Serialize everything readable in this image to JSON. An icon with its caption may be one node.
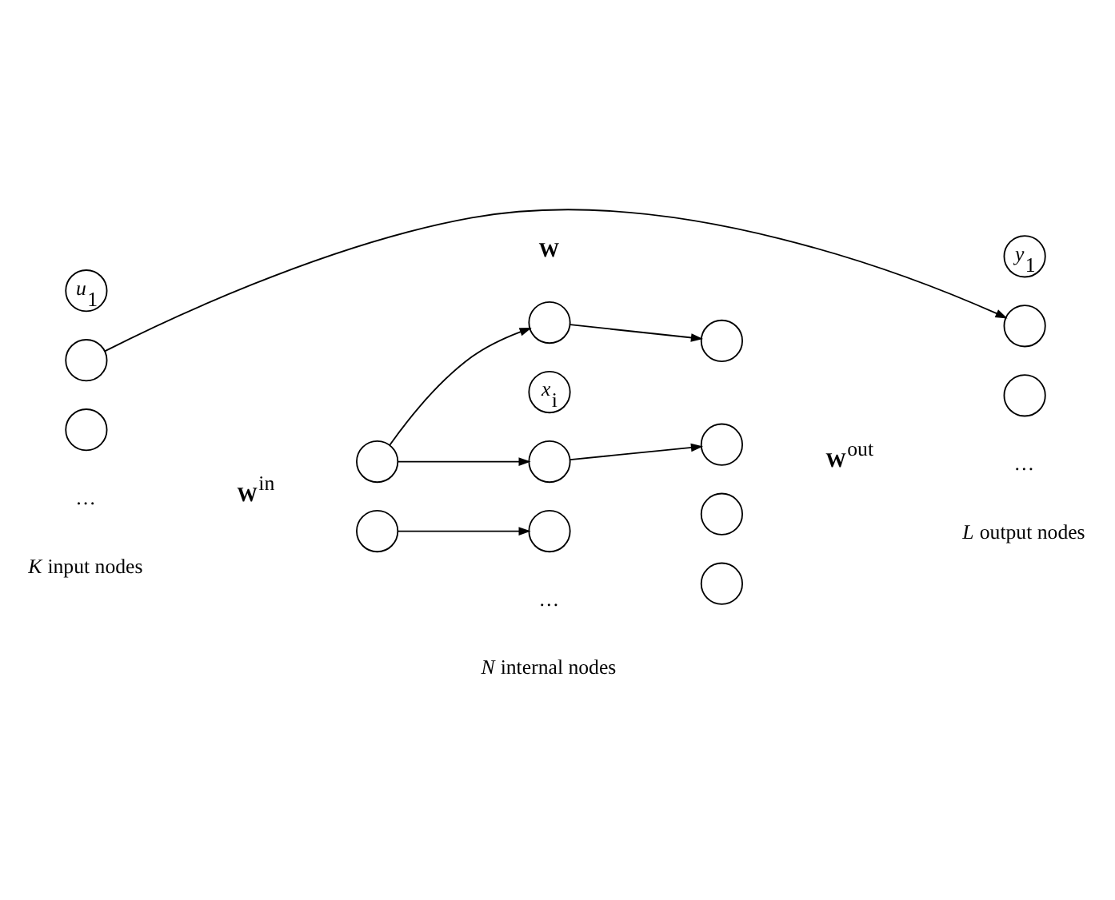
{
  "diagram": {
    "nodes": [
      {
        "text": [
          "*u*$_{1}$"
        ]
      },
      {
        "text": [],
        "shape": "circle"
      },
      {
        "text": [],
        "shape": "circle"
      },
      {
        "text": [],
        "shape": "circle"
      },
      {
        "text": [],
        "shape": "circle"
      },
      {
        "text": [
          "*x*$_{i}$"
        ]
      },
      {
        "text": [],
        "shape": "circle"
      },
      {
        "text": [],
        "shape": "circle"
      },
      {
        "text": [],
        "shape": "circle"
      },
      {
        "text": [],
        "shape": "circle"
      },
      {
        "text": [],
        "shape": "circle"
      },
      {
        "text": [],
        "shape": "circle"
      },
      {
        "text": [],
        "shape": "circle"
      },
      {
        "text": [
          "*y*$_{1}$"
        ]
      },
      {
        "text": [],
        "shape": "circle"
      },
      {
        "text": [],
        "shape": "circle"
      }
    ],
    "edges": [
      {
        "from": 3,
        "to": 4,
        "arrow": "to"
      },
      {
        "from": 4,
        "to": 7,
        "arrow": "to"
      },
      {
        "from": 3,
        "to": 8,
        "arrow": "to"
      },
      {
        "from": 8,
        "to": 6,
        "arrow": "to"
      },
      {
        "from": 10,
        "to": 12,
        "arrow": "to"
      },
      {
        "from": 1,
        "to": 14,
        "arrow": "to"
      }
    ],
    "labels": [
      "**W**",
      "**W**$^{in}$",
      "**W**$^{out}$",
      "…",
      "…",
      "…",
      "*K* input nodes",
      "*N* internal nodes",
      "*L* output nodes"
    ]
  }
}
